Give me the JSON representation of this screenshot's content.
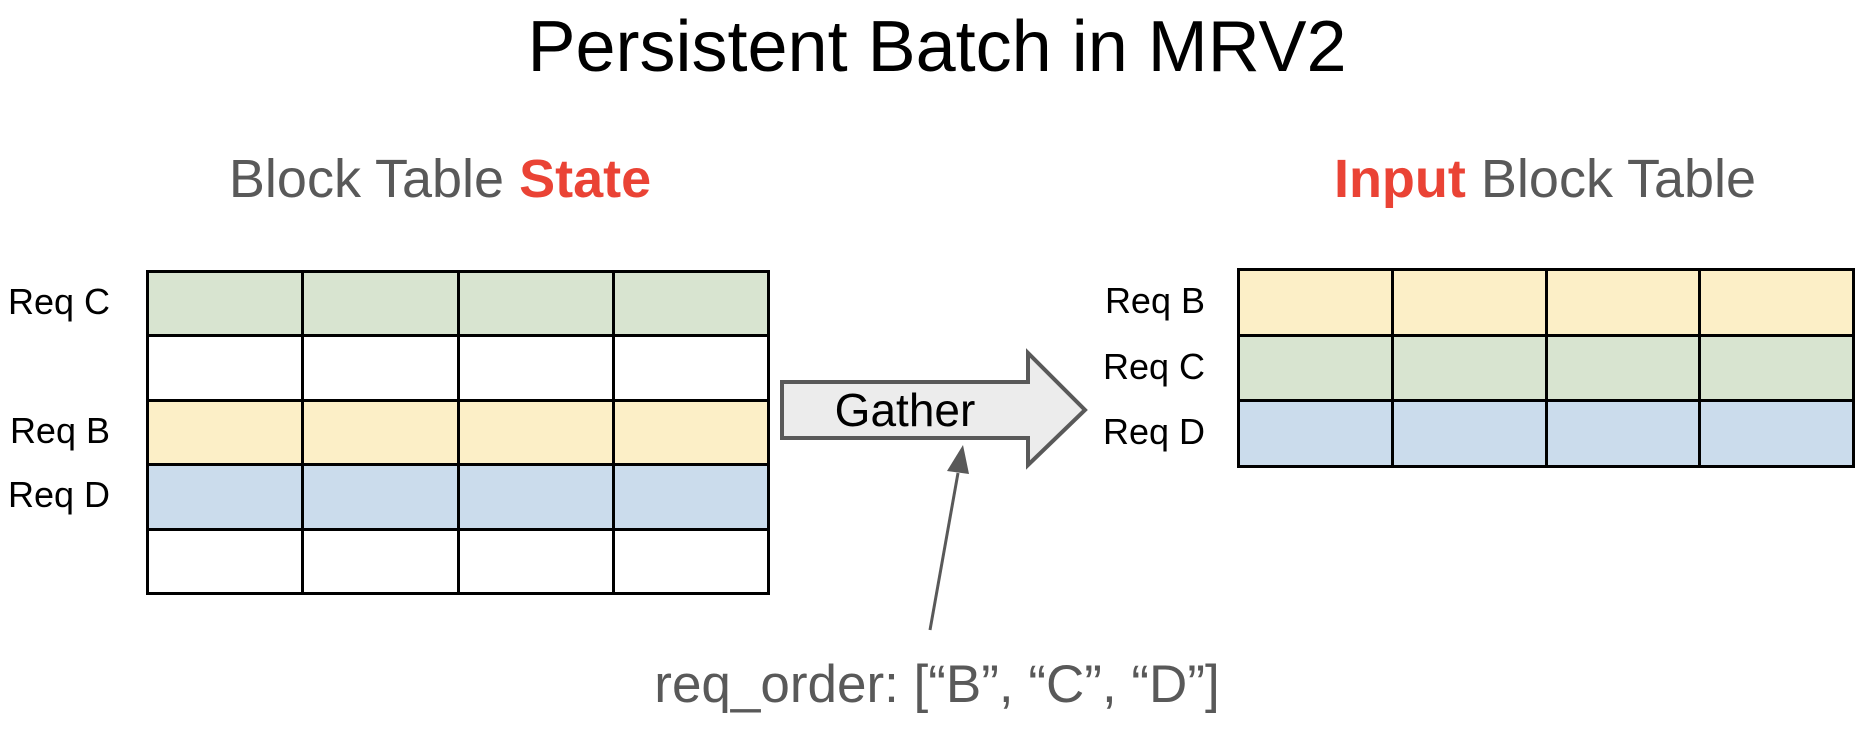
{
  "title": "Persistent Batch in MRV2",
  "colors": {
    "green": "#d8e4d0",
    "yellow": "#fcefc7",
    "blue": "#cbdcec",
    "white": "#ffffff",
    "accent_red": "#ea4335",
    "text_gray": "#595959",
    "arrow_fill": "#ececec",
    "arrow_stroke": "#595959",
    "border_black": "#000000"
  },
  "left_table": {
    "heading_prefix": "Block Table ",
    "heading_highlight": "State",
    "cols": 4,
    "rows": [
      {
        "label": "Req C",
        "color": "green"
      },
      {
        "label": "",
        "color": "white"
      },
      {
        "label": "Req B",
        "color": "yellow"
      },
      {
        "label": "Req D",
        "color": "blue"
      },
      {
        "label": "",
        "color": "white"
      }
    ]
  },
  "right_table": {
    "heading_highlight": "Input",
    "heading_suffix": " Block Table",
    "cols": 4,
    "rows": [
      {
        "label": "Req B",
        "color": "yellow"
      },
      {
        "label": "Req C",
        "color": "green"
      },
      {
        "label": "Req D",
        "color": "blue"
      }
    ]
  },
  "gather": {
    "label": "Gather"
  },
  "annotation": {
    "text": "req_order: [“B”, “C”, “D”]"
  }
}
